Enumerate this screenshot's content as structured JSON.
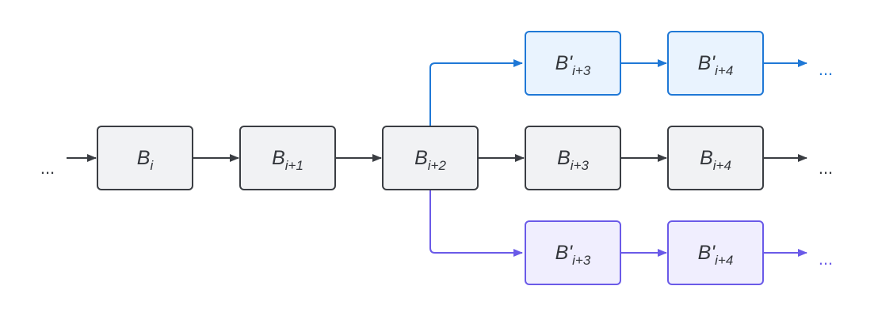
{
  "diagram": {
    "blocks": {
      "main": [
        {
          "id": "b_i",
          "base": "B",
          "prime": "",
          "sub": "i"
        },
        {
          "id": "b_i1",
          "base": "B",
          "prime": "",
          "sub": "i+1"
        },
        {
          "id": "b_i2",
          "base": "B",
          "prime": "",
          "sub": "i+2"
        },
        {
          "id": "b_i3",
          "base": "B",
          "prime": "",
          "sub": "i+3"
        },
        {
          "id": "b_i4",
          "base": "B",
          "prime": "",
          "sub": "i+4"
        }
      ],
      "upper_fork": [
        {
          "id": "bu_i3",
          "base": "B",
          "prime": "'",
          "sub": "i+3"
        },
        {
          "id": "bu_i4",
          "base": "B",
          "prime": "'",
          "sub": "i+4"
        }
      ],
      "lower_fork": [
        {
          "id": "bl_i3",
          "base": "B",
          "prime": "'",
          "sub": "i+3"
        },
        {
          "id": "bl_i4",
          "base": "B",
          "prime": "'",
          "sub": "i+4"
        }
      ]
    },
    "ellipsis": {
      "left": "...",
      "main_right": "...",
      "upper_right": "...",
      "lower_right": "..."
    },
    "colors": {
      "main_stroke": "#3a3d42",
      "main_fill": "#f1f2f4",
      "upper_stroke": "#1f78d6",
      "upper_fill": "#e9f3fe",
      "lower_stroke": "#6a5ae8",
      "lower_fill": "#f0eefe",
      "text": "#33363b"
    }
  }
}
